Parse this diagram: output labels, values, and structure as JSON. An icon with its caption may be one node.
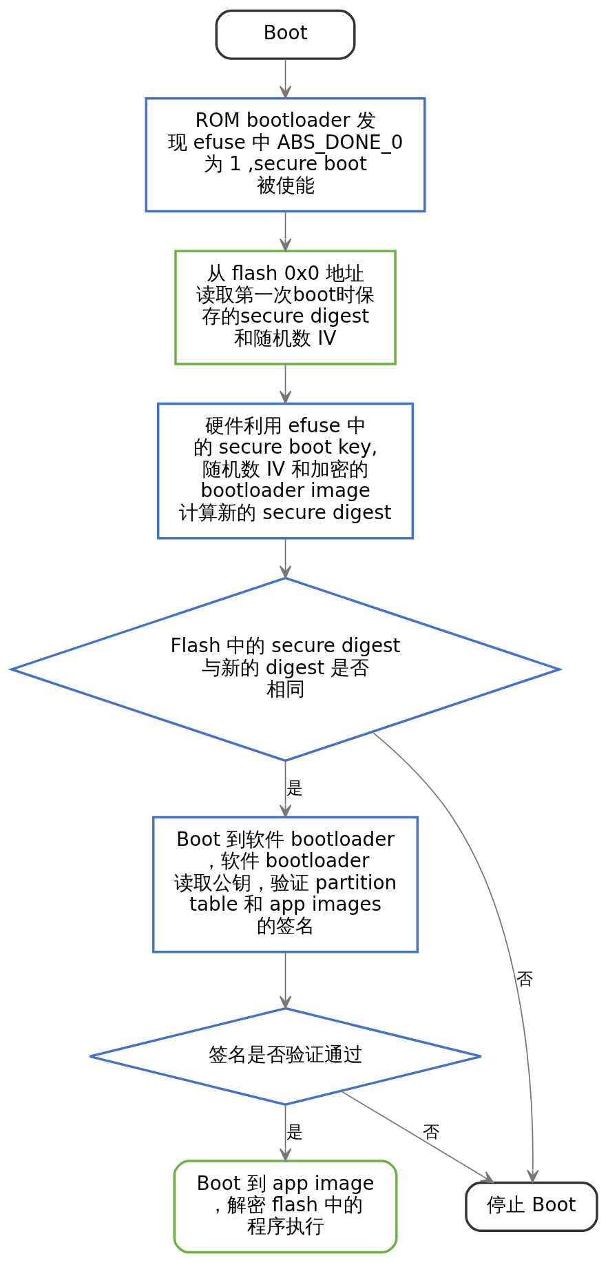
{
  "diagram": {
    "nodes": [
      {
        "text": [
          "Boot"
        ]
      },
      {
        "text": [
          "ROM bootloader 发现 efuse 中 ABS_DONE_0 为 1 ,secure boot 被使能"
        ]
      },
      {
        "text": [
          "从 flash 0x0 地址读取第一次boot时保存的secure digest 和随机数 IV"
        ]
      },
      {
        "text": [
          "硬件利用 efuse 中的 secure boot key,随机数 IV 和加密的 bootloader image 计算新的 secure digest"
        ]
      },
      {
        "text": [
          "Flash 中的 secure digest 与新的 digest 是否相同"
        ]
      },
      {
        "text": [
          "Boot 到软件 bootloader ，软件 bootloader 读取公钥，验证 partition table 和 app images 的签名"
        ]
      },
      {
        "text": [
          "签名是否验证通过"
        ]
      },
      {
        "text": [
          "Boot 到 app image ，解密 flash 中的程序执行"
        ]
      },
      {
        "text": [
          "停止 Boot"
        ]
      }
    ],
    "edges": [
      {
        "from": 0,
        "to": 1,
        "arrow": "to"
      },
      {
        "from": 1,
        "to": 2,
        "arrow": "to"
      },
      {
        "from": 2,
        "to": 3,
        "arrow": "to"
      },
      {
        "from": 3,
        "to": 4,
        "arrow": "to"
      },
      {
        "from": 4,
        "to": 5,
        "arrow": "to",
        "label": "是"
      },
      {
        "from": 4,
        "to": 8,
        "arrow": "to",
        "label": "否"
      },
      {
        "from": 5,
        "to": 6,
        "arrow": "to"
      },
      {
        "from": 6,
        "to": 7,
        "arrow": "to",
        "label": "是"
      },
      {
        "from": 6,
        "to": 8,
        "arrow": "to",
        "label": "否"
      }
    ]
  }
}
